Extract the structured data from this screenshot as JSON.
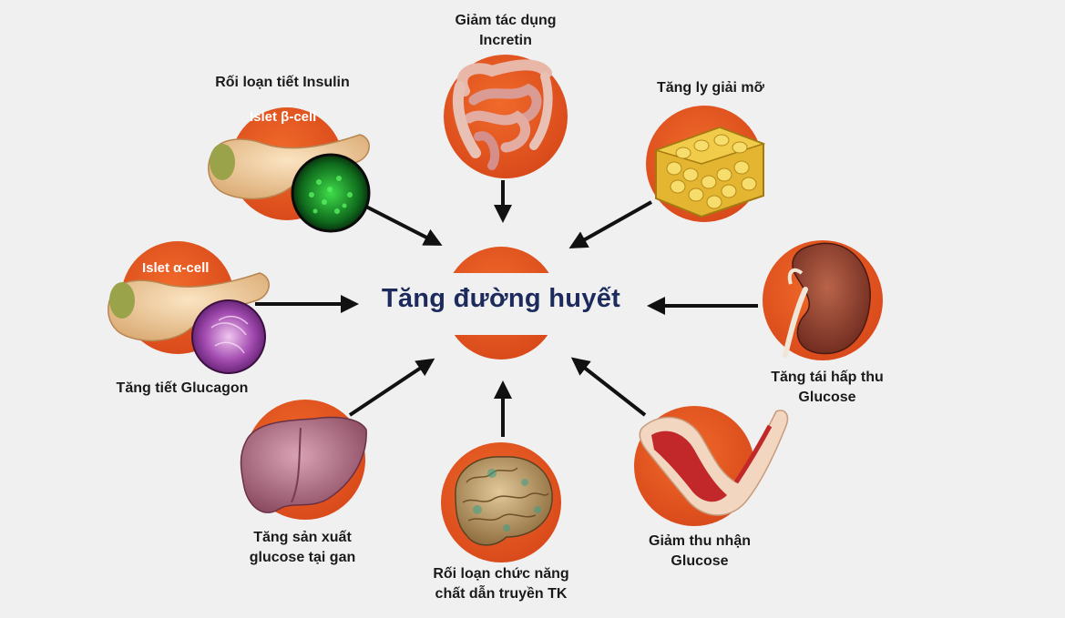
{
  "center": {
    "title": "Tăng đường huyết"
  },
  "factors": [
    {
      "id": "insulin",
      "lines": [
        "Rối loạn tiết Insulin"
      ],
      "inner_label": "Islet β-cell",
      "icon": "pancreas-beta-cell-icon"
    },
    {
      "id": "incretin",
      "lines": [
        "Giảm tác dụng",
        "Incretin"
      ],
      "icon": "intestine-icon"
    },
    {
      "id": "lipolysis",
      "lines": [
        "Tăng ly giải mỡ"
      ],
      "icon": "fat-tissue-icon"
    },
    {
      "id": "glucagon",
      "lines": [
        "Tăng tiết Glucagon"
      ],
      "inner_label": "Islet α-cell",
      "icon": "pancreas-alpha-cell-icon"
    },
    {
      "id": "kidney",
      "lines": [
        "Tăng tái hấp thu",
        "Glucose"
      ],
      "icon": "kidney-icon"
    },
    {
      "id": "liver",
      "lines": [
        "Tăng sản xuất",
        "glucose tại gan"
      ],
      "icon": "liver-icon"
    },
    {
      "id": "brain",
      "lines": [
        "Rối loạn chức năng",
        "chất dẫn truyền TK"
      ],
      "icon": "brain-icon"
    },
    {
      "id": "muscle",
      "lines": [
        "Giảm thu nhận",
        "Glucose"
      ],
      "icon": "muscle-arm-icon"
    }
  ],
  "colors": {
    "accent_orange": "#e4571c",
    "title_navy": "#1d2a5c",
    "arrow": "#111111",
    "background": "#f0f0f0"
  }
}
